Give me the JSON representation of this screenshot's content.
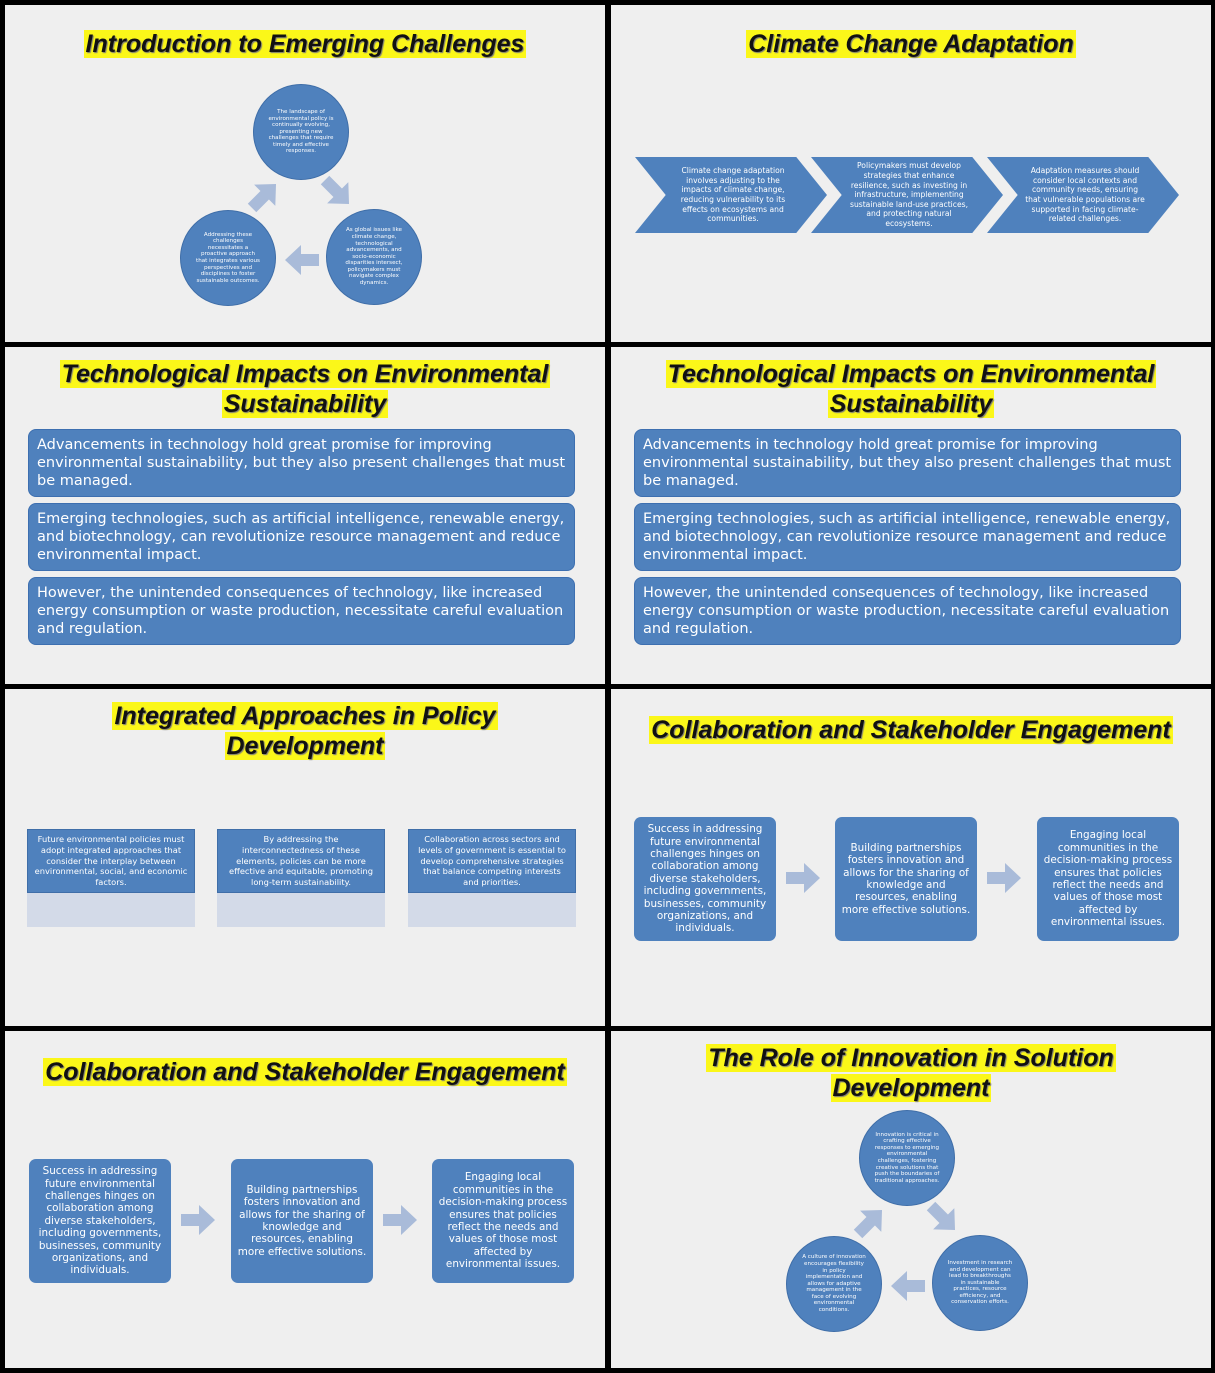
{
  "slides": [
    {
      "title": [
        "Introduction to Emerging Challenges"
      ],
      "type": "cycle",
      "items": [
        "The landscape of environmental policy is continually evolving, presenting new challenges that require timely and effective responses.",
        "As global issues like climate change, technological advancements, and socio-economic disparities intersect, policymakers must navigate complex dynamics.",
        "Addressing these challenges necessitates a proactive approach that integrates various perspectives and disciplines to foster sustainable outcomes."
      ]
    },
    {
      "title": [
        "Climate Change Adaptation"
      ],
      "type": "chevrons",
      "items": [
        "Climate change adaptation involves adjusting to the impacts of climate change, reducing vulnerability to its effects on ecosystems and communities.",
        "Policymakers must develop strategies that enhance resilience, such as investing in infrastructure, implementing sustainable land-use practices, and protecting natural ecosystems.",
        "Adaptation measures should consider local contexts and community needs, ensuring that vulnerable populations are supported in facing climate-related challenges."
      ]
    },
    {
      "title": [
        "Technological Impacts on Environmental",
        "Sustainability"
      ],
      "type": "bars",
      "items": [
        "Advancements in technology hold great promise for improving environmental sustainability, but they also present challenges that must be managed.",
        "Emerging technologies, such as artificial intelligence, renewable energy, and biotechnology, can revolutionize resource management and reduce environmental impact.",
        "However, the unintended consequences of technology, like increased energy consumption or waste production, necessitate careful evaluation and regulation."
      ]
    },
    {
      "title": [
        "Technological Impacts on Environmental",
        "Sustainability"
      ],
      "type": "bars",
      "items": [
        "Advancements in technology hold great promise for improving environmental sustainability, but they also present challenges that must be managed.",
        "Emerging technologies, such as artificial intelligence, renewable energy, and biotechnology, can revolutionize resource management and reduce environmental impact.",
        "However, the unintended consequences of technology, like increased energy consumption or waste production, necessitate careful evaluation and regulation."
      ]
    },
    {
      "title": [
        "Integrated Approaches in Policy",
        "Development"
      ],
      "type": "columns",
      "items": [
        "Future environmental policies must adopt integrated approaches that consider the interplay between environmental, social, and economic factors.",
        "By addressing the interconnectedness of these elements, policies can be more effective and equitable, promoting long-term sustainability.",
        "Collaboration across sectors and levels of government is essential to develop comprehensive strategies that balance competing interests and priorities."
      ]
    },
    {
      "title": [
        "Collaboration and Stakeholder Engagement"
      ],
      "type": "process",
      "items": [
        "Success in addressing future environmental challenges hinges on collaboration among diverse stakeholders, including governments, businesses, community organizations, and individuals.",
        "Building partnerships fosters innovation and allows for the sharing of knowledge and resources, enabling more effective solutions.",
        "Engaging local communities in the decision-making process ensures that policies reflect the needs and values of those most affected by environmental issues."
      ]
    },
    {
      "title": [
        "Collaboration and Stakeholder Engagement"
      ],
      "type": "process",
      "items": [
        "Success in addressing future environmental challenges hinges on collaboration among diverse stakeholders, including governments, businesses, community organizations, and individuals.",
        "Building partnerships fosters innovation and allows for the sharing of knowledge and resources, enabling more effective solutions.",
        "Engaging local communities in the decision-making process ensures that policies reflect the needs and values of those most affected by environmental issues."
      ]
    },
    {
      "title": [
        "The Role of Innovation in Solution",
        "Development"
      ],
      "type": "cycle",
      "items": [
        "Innovation is critical in crafting effective responses to emerging environmental challenges, fostering creative solutions that push the boundaries of traditional approaches.",
        "Investment in research and development can lead to breakthroughs in sustainable practices, resource efficiency, and conservation efforts.",
        "A culture of innovation encourages flexibility in policy implementation and allows for adaptive management in the face of evolving environmental conditions."
      ]
    }
  ],
  "colors": {
    "shape": "#4f81bd",
    "arrow": "#a9bbd9",
    "highlight": "#fbf719",
    "background": "#efefef"
  }
}
